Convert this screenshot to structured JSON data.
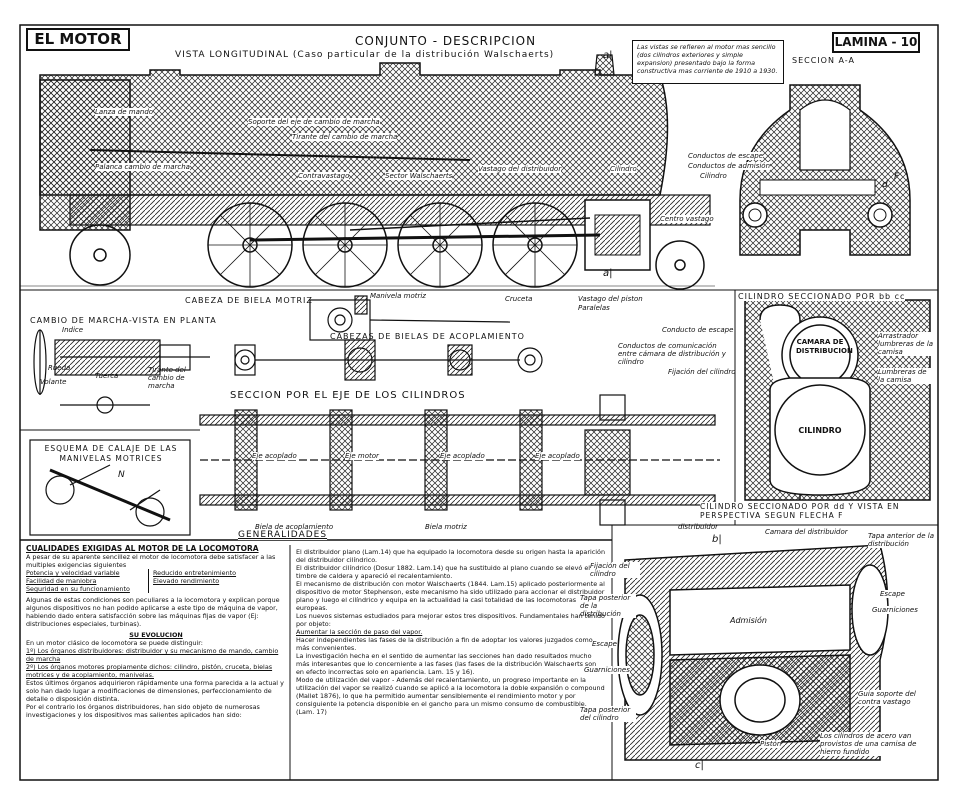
{
  "header": {
    "title": "EL MOTOR",
    "subtitle": "CONJUNTO - DESCRIPCION",
    "plate": "LAMINA - 10",
    "note": "Las vistas se refieren al motor mas sencillo (dos cilindros exteriores y simple expansion) presentado bajo la forma constructiva mas corriente de 1910 a 1930."
  },
  "longitudinal": {
    "caption": "VISTA LONGITUDINAL (Caso particular de la distribución Walschaerts)",
    "labels": {
      "lanza": "Lanza de mando",
      "soporte_eje": "Soporte del eje de cambio de marcha",
      "tirante": "Tirante del cambio de marcha",
      "palanca": "Palanca cambio de marcha",
      "contravastago": "Contravastago",
      "sector": "Sector Walschaerts",
      "vastago_distribuidor": "Vastago del distribuidor",
      "cilindro": "Cilindro",
      "centro_vastago": "Centro vastago",
      "cruceta": "Cruceta",
      "vastago_piston": "Vastago del piston",
      "paralelas": "Paralelas",
      "manivela": "Manivela motriz",
      "mark_a_top": "a|",
      "mark_a_bot": "a|"
    }
  },
  "section_aa": {
    "caption": "SECCION A-A",
    "labels": {
      "escape": "Conductos de escape",
      "admision": "Conductos de admisión",
      "cilindro": "Cilindro",
      "d": "d",
      "f": "F"
    }
  },
  "biela_motriz": {
    "caption": "CABEZA DE BIELA MOTRIZ"
  },
  "cambio_marcha": {
    "caption": "CAMBIO DE MARCHA-VISTA EN PLANTA",
    "labels": {
      "indice": "Indice",
      "rueda": "Rueda",
      "volante": "Volante",
      "tuerca": "Tuerca",
      "tirante": "Tirante del cambio de marcha"
    }
  },
  "acoplamiento": {
    "caption": "CABEZAS DE BIELAS DE ACOPLAMIENTO"
  },
  "seccion_eje": {
    "caption": "SECCION POR EL EJE DE LOS CILINDROS",
    "labels": {
      "eje1": "Eje acoplado",
      "eje2": "Eje motor",
      "eje3": "Eje acoplado",
      "eje4": "Eje acoplado",
      "biela_acoplamiento": "Biela de acoplamiento",
      "biela_motriz": "Biela motriz",
      "distribuidor": "distribuidor"
    }
  },
  "calaje": {
    "caption": "ESQUEMA DE CALAJE DE LAS MANIVELAS MOTRICES",
    "n": "N"
  },
  "cilindro_bb": {
    "caption": "CILINDRO SECCIONADO POR bb cc",
    "labels": {
      "escape": "Conducto de escape",
      "comunicacion": "Conductos de comunicación entre cámara de distribución y cilindro",
      "fijacion": "Fijación del cilindro",
      "arrastrador": "Arrastrador lumbreras de la camisa",
      "lumbreras": "Lumbreras de la camisa",
      "camara": "CAMARA DE DISTRIBUCION",
      "cilindro": "CILINDRO"
    }
  },
  "cilindro_dd": {
    "caption": "CILINDRO SECCIONADO POR dd Y VISTA EN PERSPECTIVA SEGUN FLECHA F",
    "labels": {
      "camara": "Camara del distribuidor",
      "tapa_anterior": "Tapa anterior de la distribución",
      "fijacion": "Fijación del cilindro",
      "tapa_posterior_dist": "Tapa posterior de la distribución",
      "escape_left": "Escape",
      "guarniciones_left": "Guarniciones",
      "admision": "Admisión",
      "escape_right": "Escape",
      "guarniciones_right": "Guarniciones",
      "tapa_posterior_cil": "Tapa posterior del cilindro",
      "guia_soporte": "Guia soporte del contra vastago",
      "piston": "Pistón",
      "camisa": "Los cilindros de acero van provistos de una camisa de hierro fundido",
      "b": "b|",
      "c": "c|"
    }
  },
  "generalidades": {
    "title": "GENERALIDADES",
    "cualidades_title": "CUALIDADES EXIGIDAS AL MOTOR DE LA LOCOMOTORA",
    "cualidades_intro": "A pesar de su aparente sencillez el motor de locomotora debe satisfacer a las multiples exigencias siguientes",
    "cualidades": [
      "Potencia y velocidad variable",
      "Facilidad de maniobra",
      "Seguridad en su funcionamiento"
    ],
    "cualidades_right": [
      "Reducido entretenimiento",
      "Elevado rendimiento"
    ],
    "cualidades_p2": "Algunas de estas condiciones son peculiares a la locomotora y explican porque algunos dispositivos no han podido aplicarse a este tipo de máquina de vapor, habiendo dado entera satisfacción sobre las máquinas fijas de vapor (Ej: distribuciones especiales, turbinas).",
    "evolucion_title": "SU EVOLUCION",
    "evolucion_intro": "En un motor clásico de locomotora se puede distinguir:",
    "evolucion_1": "1º) Los órganos distribuidores: distribuidor y su mecanismo de mando, cambio de marcha",
    "evolucion_2": "2º) Los órganos motores propiamente dichos: cilindro, pistón, cruceta, bielas motrices y de acoplamiento, manivelas.",
    "evolucion_p1": "Estos últimos órganos adquirieron rápidamente una forma parecida a la actual y solo han dado lugar a modificaciones de dimensiones, perfeccionamiento de detalle o disposición distinta.",
    "evolucion_p2": "Por el contrario los órganos distribuidores, han sido objeto de numerosas investigaciones y los dispositivos mas salientes aplicados han sido:",
    "right_p1": "El distribuidor plano (Lam.14) que ha equipado la locomotora desde su origen hasta la aparición del distribuidor cilíndrico.",
    "right_p2": "El distribuidor cilíndrico (Dosur 1882. Lam.14) que ha sustituido al plano cuando se elevó el timbre de caldera y apareció el recalentamiento.",
    "right_p3": "El mecanismo de distribución con motor Walschaerts (1844. Lam.15) aplicado posteriormente al dispositivo de motor Stephenson, este mecanismo ha sido utilizado para accionar el distribuidor plano y luego el cilíndrico y equipa en la actualidad la casi totalidad de las locomotoras europeas.",
    "right_p4": "Los nuevos sistemas estudiados para mejorar estos tres dispositivos. Fundamentales han tenido por objeto:",
    "right_p5": "Aumentar la sección de paso del vapor.",
    "right_p6": "Hacer independientes las fases de la distribución a fin de adoptar los valores juzgados como más convenientes.",
    "right_p7": "La investigación hecha en el sentido de aumentar las secciones han dado resultados mucho más interesantes que lo concerniente a las fases (las fases de la distribución Walschaerts son en efecto incorrectas solo en apariencia. Lam. 15 y 16).",
    "right_p8": "Modo de utilización del vapor - Además del recalentamiento, un progreso importante en la utilización del vapor se realizó cuando se aplicó a la locomotora la doble expansión o compound (Mallet 1876), lo que ha permitido aumentar sensiblemente el rendimiento motor y por consiguiente la potencia disponible en el gancho para un mismo consumo de combustible. (Lam. 17)"
  }
}
